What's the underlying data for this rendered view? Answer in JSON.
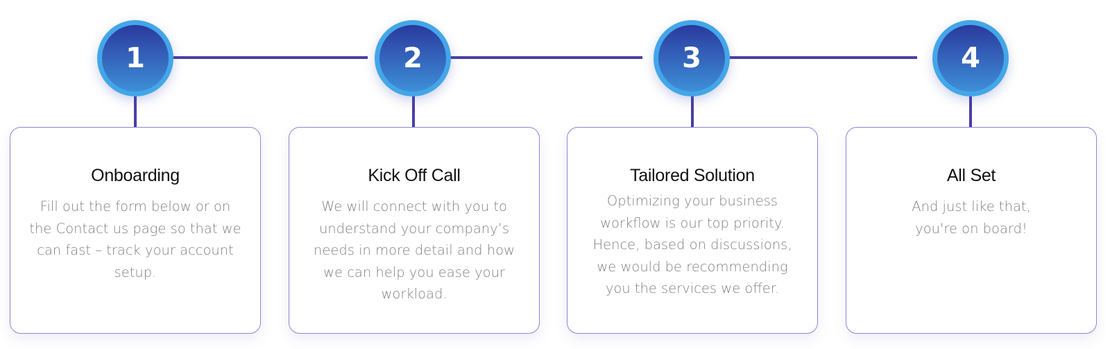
{
  "steps": [
    {
      "number": "1",
      "title": "Onboarding",
      "description": "Fill out the form below or on the Contact us page so that we can fast – track your account setup."
    },
    {
      "number": "2",
      "title": "Kick Off Call",
      "description": "We will connect with you to understand your company’s needs in more detail and how we can help you ease your workload."
    },
    {
      "number": "3",
      "title": "Tailored Solution",
      "description": "Optimizing your business workflow is our top priority. Hence, based on discussions, we would be recommending you the services we offer."
    },
    {
      "number": "4",
      "title": "All Set",
      "description": "And just like that, you're on board!"
    }
  ],
  "colors": {
    "line": "#4b3fa3",
    "circle_border": "#43a6e8",
    "circle_top": "#2a3a9e",
    "circle_bottom": "#3e8fd8",
    "card_border": "#8c86d6",
    "title_text": "#111111",
    "body_text": "#808080"
  }
}
